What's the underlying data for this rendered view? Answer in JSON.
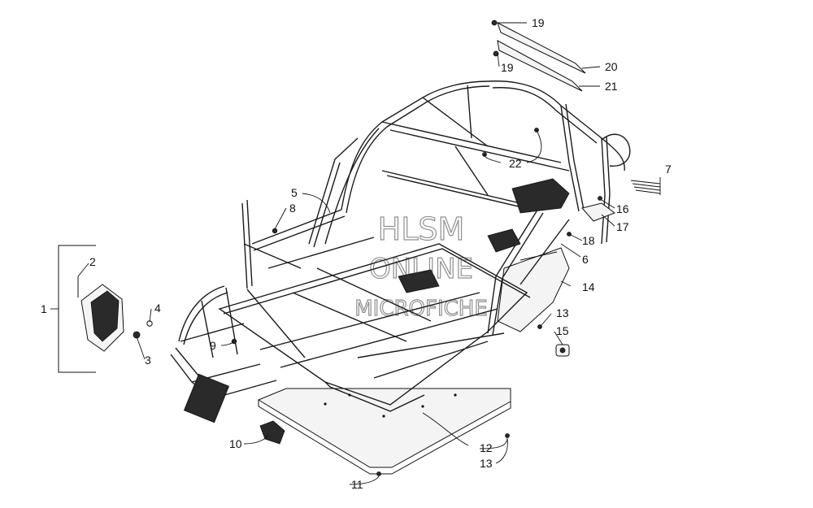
{
  "watermark": {
    "line1": "HLSM",
    "line2": "ONLINE",
    "line3": "MICROFICHE"
  },
  "callouts": [
    {
      "id": "c1",
      "text": "1"
    },
    {
      "id": "c2",
      "text": "2"
    },
    {
      "id": "c3",
      "text": "3"
    },
    {
      "id": "c4",
      "text": "4"
    },
    {
      "id": "c5",
      "text": "5"
    },
    {
      "id": "c6",
      "text": "6"
    },
    {
      "id": "c7",
      "text": "7"
    },
    {
      "id": "c8",
      "text": "8"
    },
    {
      "id": "c9",
      "text": "9"
    },
    {
      "id": "c10",
      "text": "10"
    },
    {
      "id": "c11",
      "text": "11"
    },
    {
      "id": "c12",
      "text": "12"
    },
    {
      "id": "c13a",
      "text": "13"
    },
    {
      "id": "c13b",
      "text": "13"
    },
    {
      "id": "c14",
      "text": "14"
    },
    {
      "id": "c15",
      "text": "15"
    },
    {
      "id": "c16",
      "text": "16"
    },
    {
      "id": "c17",
      "text": "17"
    },
    {
      "id": "c18",
      "text": "18"
    },
    {
      "id": "c19a",
      "text": "19"
    },
    {
      "id": "c19b",
      "text": "19"
    },
    {
      "id": "c20",
      "text": "20"
    },
    {
      "id": "c21",
      "text": "21"
    },
    {
      "id": "c22",
      "text": "22"
    }
  ]
}
